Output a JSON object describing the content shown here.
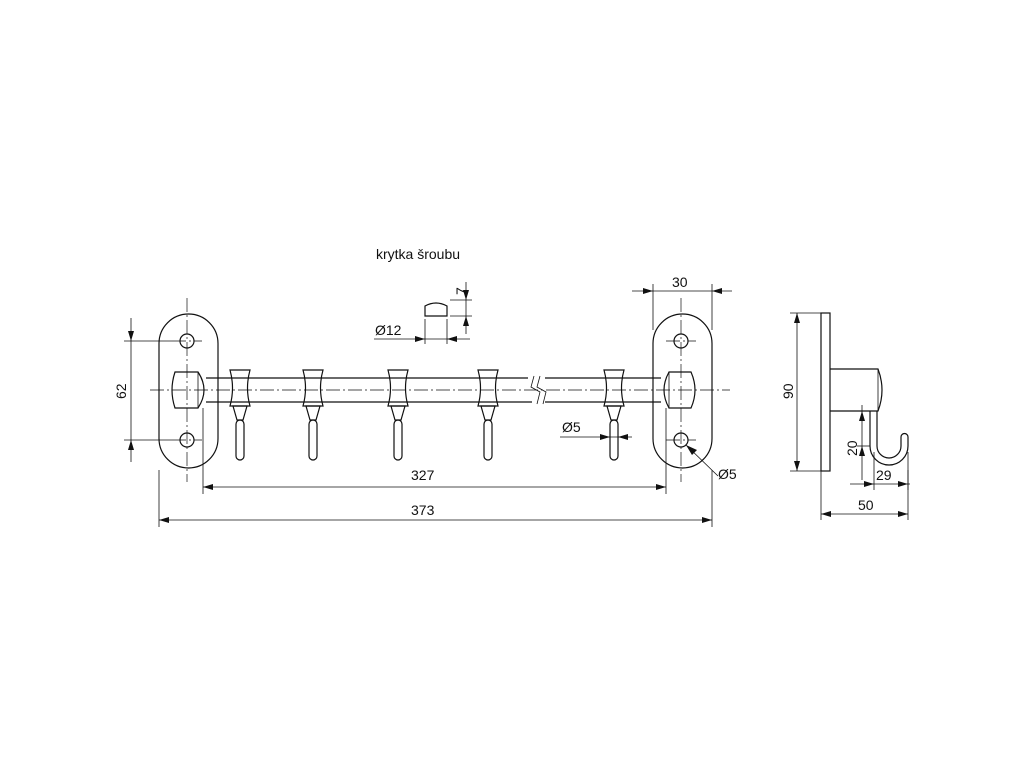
{
  "labels": {
    "screw_cap": "krytka šroubu",
    "cap_diameter": "Ø12",
    "cap_height": "7",
    "plate_width": "30",
    "plate_height": "62",
    "hook_rod_diameter": "Ø5",
    "hole_diameter": "Ø5",
    "inner_length": "327",
    "total_length": "373",
    "side_height": "90",
    "hook_depth": "20",
    "hook_reach": "29",
    "projection": "50"
  }
}
